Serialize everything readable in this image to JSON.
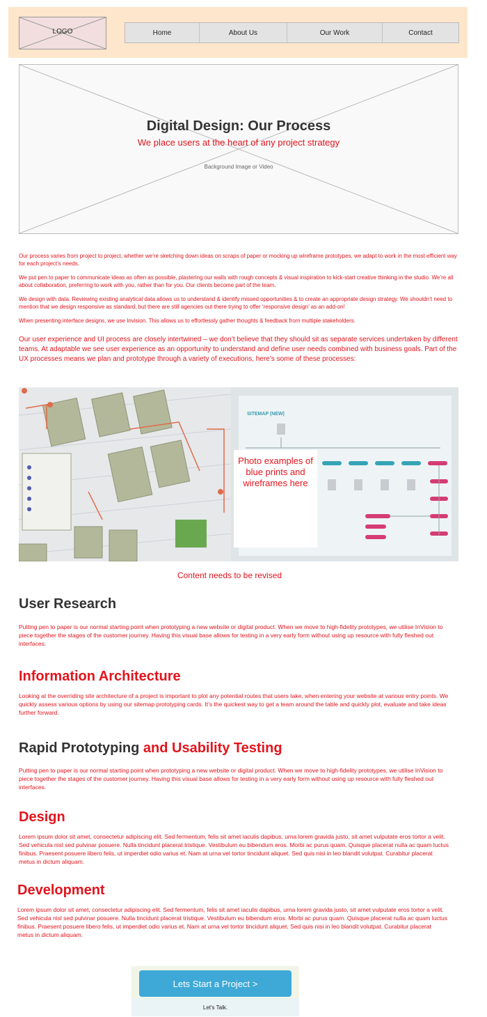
{
  "header": {
    "logo": "LOGO",
    "nav": [
      "Home",
      "About Us",
      "Our Work",
      "Contact"
    ]
  },
  "hero": {
    "title": "Digital Design: Our Process",
    "subtitle": "We place users at the heart of any project strategy",
    "background_label": "Background Image or Video"
  },
  "intro": {
    "p1": "Our process varies from project to project, whether we’re sketching down ideas on scraps of paper or mocking up wireframe prototypes, we adapt to work in the most efficient way for each project’s needs.",
    "p2": "We put pen to paper to communicate ideas as often as possible, plastering our walls with rough concepts & visual inspiration to kick-start creative thinking in the studio. We’re all about collaboration, preferring to work with you, rather than for you. Our clients become part of the team.",
    "p3": "We design with data. Reviewing existing analytical data allows us to understand & identify missed opportunities & to create an appropriate design strategy. We shouldn’t need to mention that we design responsive as standard, but there are still agencies out there trying to offer ‘responsive design’ as an add-on!",
    "p4": "When presenting interface designs, we use Invision. This allows us to effortlessly gather thoughts & feedback from multiple stakeholders.",
    "p5": "Our user experience and UI process are closely intertwined – we don’t believe that they should sit as separate services undertaken by different teams. At adaptable we see user experience as an opportunity to understand and define user needs combined with business goals. Part of the UX processes means we plan and prototype through a variety of executions, here’s some of these processes:"
  },
  "images": {
    "photo_note": "Photo examples of blue prints and wireframes here",
    "sitemap_title": "SITEMAP (NEW)",
    "revise_note": "Content needs to be revised"
  },
  "sections": {
    "user_research": {
      "title": "User Research",
      "body": "Putting pen to paper is our normal starting point when prototyping a new website or digital product. When we move to high-fidelity prototypes, we utilise InVision to piece together the stages of the customer journey. Having this visual base allows for testing in a very early form without using up resource with fully fleshed out interfaces."
    },
    "information_architecture": {
      "title": "Information Architecture",
      "body": "Looking at the overriding site architecture of a project is important to plot any potential routes that users take, when entering your website at various entry points. We quickly assess various options by using our sitemap prototyping cards. It’s the quickest way to get a team around the table and quickly plot, evaluate and take ideas further forward."
    },
    "rapid_prototyping": {
      "title_dark": "Rapid Prototyping",
      "title_red": "and Usability Testing",
      "body": "Putting pen to paper is our normal starting point when prototyping a new website or digital product. When we move to high-fidelity prototypes, we utilise InVision to piece together the stages of the customer journey. Having this visual base allows for testing in a very early form without using up resource with fully fleshed out interfaces."
    },
    "design": {
      "title": "Design",
      "body": "Lorem ipsum dolor sit amet, consectetur adipiscing elit. Sed fermentum, felis sit amet iaculis dapibus, urna lorem gravida justo, sit amet vulputate eros tortor a velit. Sed vehicula nisl sed pulvinar posuere. Nulla tincidunt placerat tristique. Vestibulum eu bibendum eros. Morbi ac purus quam. Quisque placerat nulla ac quam luctus finibus. Praesent posuere libero felis, ut imperdiet odio varius et. Nam at urna vel tortor tincidunt aliquet. Sed quis nisi in leo blandit volutpat. Curabitur placerat metus in dictum aliquam."
    },
    "development": {
      "title": "Development",
      "body": "Lorem ipsum dolor sit amet, consectetur adipiscing elit. Sed fermentum, felis sit amet iaculis dapibus, urna lorem gravida justo, sit amet vulputate eros tortor a velit. Sed vehicula nisl sed pulvinar posuere. Nulla tincidunt placerat tristique. Vestibulum eu bibendum eros. Morbi ac purus quam. Quisque placerat nulla ac quam luctus finibus. Praesent posuere libero felis, ut imperdiet odio varius et. Nam at urna vel tortor tincidunt aliquet. Sed quis nisi in leo blandit volutpat. Curabitur placerat metus in dictum aliquam."
    }
  },
  "cta": {
    "button": "Lets Start a Project >",
    "talk": "Let's Talk."
  },
  "colors": {
    "accent_red": "#e2141d",
    "header_bg": "#fde6cb",
    "cta_blue": "#3ea9d6"
  }
}
